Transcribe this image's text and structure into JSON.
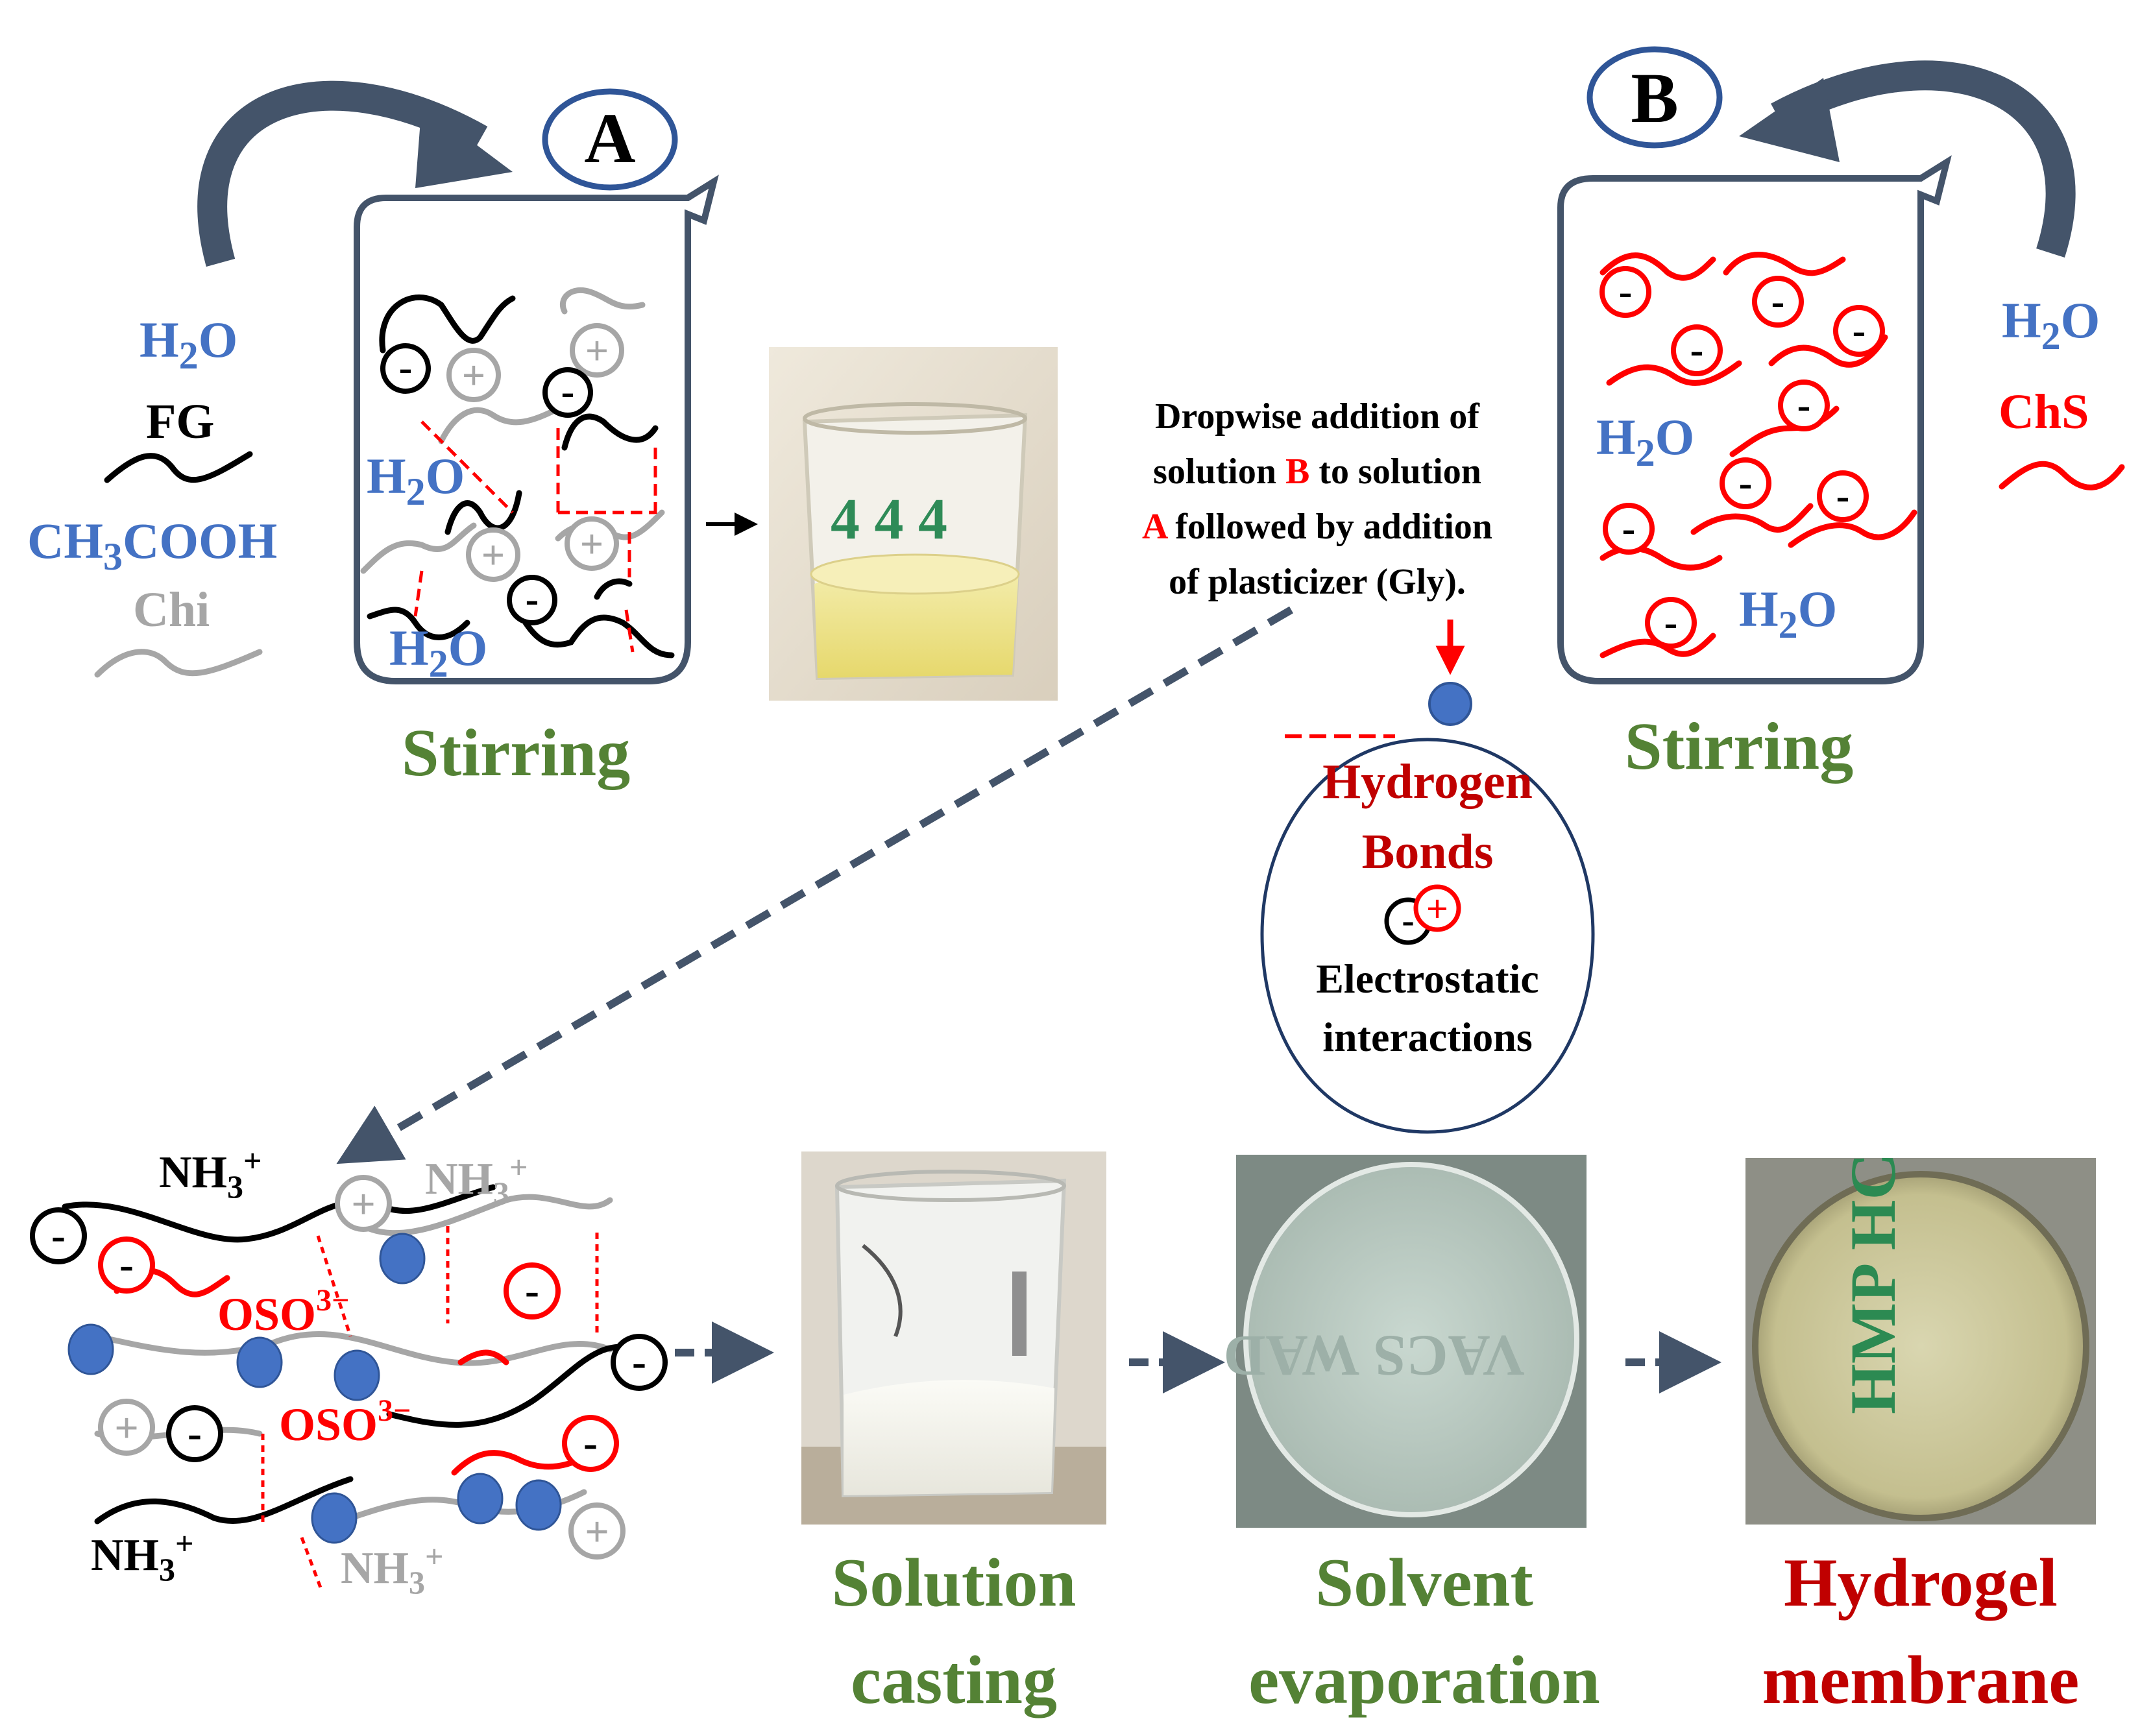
{
  "colors": {
    "blue": "#4472C4",
    "black": "#000000",
    "gray": "#A6A6A6",
    "red": "#FF0000",
    "dark_red": "#C00000",
    "green": "#548235",
    "navy": "#44546A",
    "circle_navy": "#2F5597"
  },
  "icons": {
    "curved_arrow_a": "curved-arrow",
    "curved_arrow_b": "curved-arrow",
    "beaker_a": "beaker-outline",
    "beaker_b": "beaker-outline",
    "legend_glycerol": "blue-dot"
  },
  "panel_a": {
    "badge": "A",
    "inputs": {
      "h2o_main": "H",
      "h2o_sub": "2",
      "h2o_end": "O",
      "fg": "FG",
      "ac_main": "CH",
      "ac_sub": "3",
      "ac_end": "COOH",
      "chi": "Chi"
    },
    "beaker_water": {
      "main": "H",
      "sub": "2",
      "end": "O"
    },
    "stirring": "Stirring",
    "photo": "Photo of a beaker with a pale yellow solution"
  },
  "panel_b": {
    "badge": "B",
    "inputs": {
      "h2o_main": "H",
      "h2o_sub": "2",
      "h2o_end": "O",
      "chs": "ChS"
    },
    "beaker_water": {
      "main": "H",
      "sub": "2",
      "end": "O"
    },
    "stirring": "Stirring"
  },
  "instruction": {
    "line1": "Dropwise addition of",
    "line2_pre": "solution ",
    "line2_b": "B",
    "line2_post": " to solution",
    "line3_a": "A",
    "line3_post": " followed by addition",
    "line4": "of plasticizer  (Gly)."
  },
  "legend": {
    "hydrogen_line1": "Hydrogen",
    "hydrogen_line2": "Bonds",
    "electro_line1": "Electrostatic",
    "electro_line2": "interactions"
  },
  "network": {
    "nh3": "NH",
    "nh3_sub": "3",
    "nh3_sup": "+",
    "oso": "OSO",
    "oso_sup": "3−"
  },
  "steps": [
    {
      "line1": "Solution",
      "line2": "casting",
      "photo": "Photo of a beaker with a white opaque mixture"
    },
    {
      "line1": "Solvent",
      "line2": "evaporation",
      "photo": "Photo of a translucent dried film in a Petri dish"
    },
    {
      "line1": "Hydrogel",
      "line2": "membrane",
      "photo": "Photo of the final hydrogel membrane with green handwritten labels"
    }
  ],
  "charge": {
    "minus": "-",
    "plus": "+"
  }
}
